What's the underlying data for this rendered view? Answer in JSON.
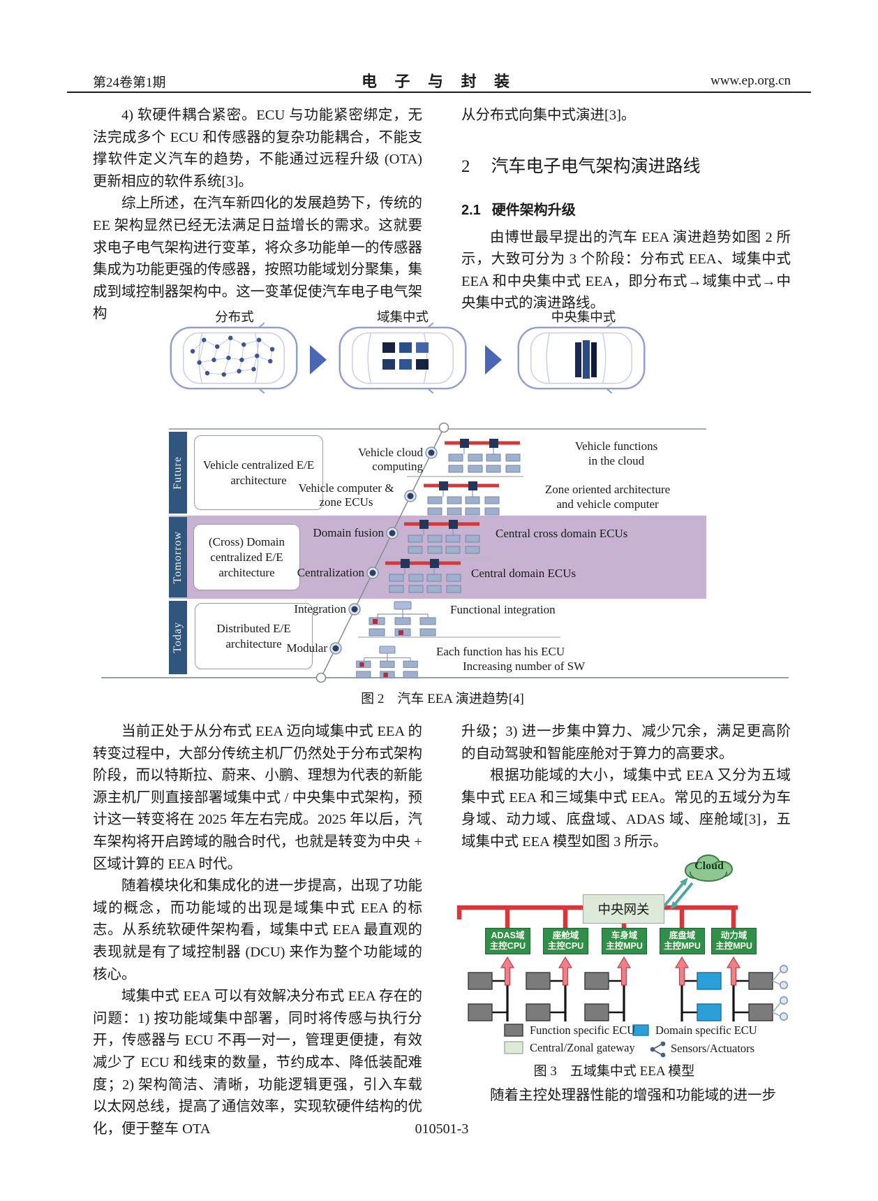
{
  "header": {
    "issue": "第24卷第1期",
    "journal": "电 子 与 封 装",
    "website": "www.ep.org.cn"
  },
  "left_col": {
    "p1": "4) 软硬件耦合紧密。ECU 与功能紧密绑定，无法完成多个 ECU 和传感器的复杂功能耦合，不能支撑软件定义汽车的趋势，不能通过远程升级 (OTA) 更新相应的软件系统[3]。",
    "p2": "综上所述，在汽车新四化的发展趋势下，传统的 EE 架构显然已经无法满足日益增长的需求。这就要求电子电气架构进行变革，将众多功能单一的传感器集成为功能更强的传感器，按照功能域划分聚集，集成到域控制器架构中。这一变革促使汽车电子电气架构",
    "p3": "当前正处于从分布式 EEA 迈向域集中式 EEA 的转变过程中，大部分传统主机厂仍然处于分布式架构阶段，而以特斯拉、蔚来、小鹏、理想为代表的新能源主机厂则直接部署域集中式 / 中央集中式架构，预计这一转变将在 2025 年左右完成。2025 年以后，汽车架构将开启跨域的融合时代，也就是转变为中央 + 区域计算的 EEA 时代。",
    "p4": "随着模块化和集成化的进一步提高，出现了功能域的概念，而功能域的出现是域集中式 EEA 的标志。从系统软硬件架构看，域集中式 EEA 最直观的表现就是有了域控制器 (DCU) 来作为整个功能域的核心。",
    "p5": "域集中式 EEA 可以有效解决分布式 EEA 存在的问题：1) 按功能域集中部署，同时将传感与执行分开，传感器与 ECU 不再一对一，管理更便捷，有效减少了 ECU 和线束的数量，节约成本、降低装配难度；2) 架构简洁、清晰，功能逻辑更强，引入车载以太网总线，提高了通信效率，实现软硬件结构的优化，便于整车 OTA"
  },
  "right_col": {
    "p_cont": "从分布式向集中式演进[3]。",
    "sec2_num": "2",
    "sec2_title": "汽车电子电气架构演进路线",
    "sec21_num": "2.1",
    "sec21_title": "硬件架构升级",
    "p2": "由博世最早提出的汽车 EEA 演进趋势如图 2 所示，大致可分为 3 个阶段：分布式 EEA、域集中式 EEA 和中央集中式 EEA，即分布式→域集中式→中央集中式的演进路线。",
    "p3_cont": "升级；3) 进一步集中算力、减少冗余，满足更高阶的自动驾驶和智能座舱对于算力的高要求。",
    "p4": "根据功能域的大小，域集中式 EEA 又分为五域集中式 EEA 和三域集中式 EEA。常见的五域分为车身域、动力域、底盘域、ADAS 域、座舱域[3]，五域集中式 EEA 模型如图 3 所示。",
    "p5": "随着主控处理器性能的增强和功能域的进一步"
  },
  "figure2": {
    "stages": [
      "分布式",
      "域集中式",
      "中央集中式"
    ],
    "eras": [
      {
        "name": "Future",
        "box": "Vehicle centralized E/E architecture"
      },
      {
        "name": "Tomorrow",
        "box": "(Cross) Domain centralized E/E architecture"
      },
      {
        "name": "Today",
        "box": "Distributed E/E architecture"
      }
    ],
    "milestones": [
      {
        "label": "Vehicle cloud computing",
        "desc": "Vehicle functions\nin the cloud"
      },
      {
        "label": "Vehicle computer &\nzone ECUs",
        "desc": "Zone oriented architecture\nand vehicle computer"
      },
      {
        "label": "Domain fusion",
        "desc": "Central cross domain ECUs"
      },
      {
        "label": "Centralization",
        "desc": "Central domain ECUs"
      },
      {
        "label": "Integration",
        "desc": "Functional integration"
      },
      {
        "label": "Modular",
        "desc": "Each function has his ECU"
      }
    ],
    "axis_label": "Increasing number of SW",
    "caption": "图 2　汽车 EEA 演进趋势[4]",
    "colors": {
      "era_bar": "#31567e",
      "tomorrow_band": "#c7b2d2",
      "milestone_dot": "#2c3e6b",
      "car_outline": "#8f9fd6"
    }
  },
  "figure3": {
    "cloud": "Cloud",
    "gateway": "中央网关",
    "domains": [
      {
        "l1": "ADAS域",
        "l2": "主控CPU"
      },
      {
        "l1": "座舱域",
        "l2": "主控CPU"
      },
      {
        "l1": "车身域",
        "l2": "主控MPU"
      },
      {
        "l1": "底盘域",
        "l2": "主控MPU"
      },
      {
        "l1": "动力域",
        "l2": "主控MPU"
      }
    ],
    "legend": [
      "Function specific ECU",
      "Domain specific ECU",
      "Central/Zonal gateway",
      "Sensors/Actuators"
    ],
    "caption": "图 3　五域集中式 EEA 模型",
    "colors": {
      "bus_red": "#d9363c",
      "domain_green": "#2f9049",
      "ecu_gray": "#7b7b7b",
      "ecu_blue": "#2b9fd8",
      "gateway_green": "#dde9d9",
      "cloud_green": "#8fc793",
      "arrow_teal": "#4fa6a0"
    }
  },
  "footer": "010501-3"
}
